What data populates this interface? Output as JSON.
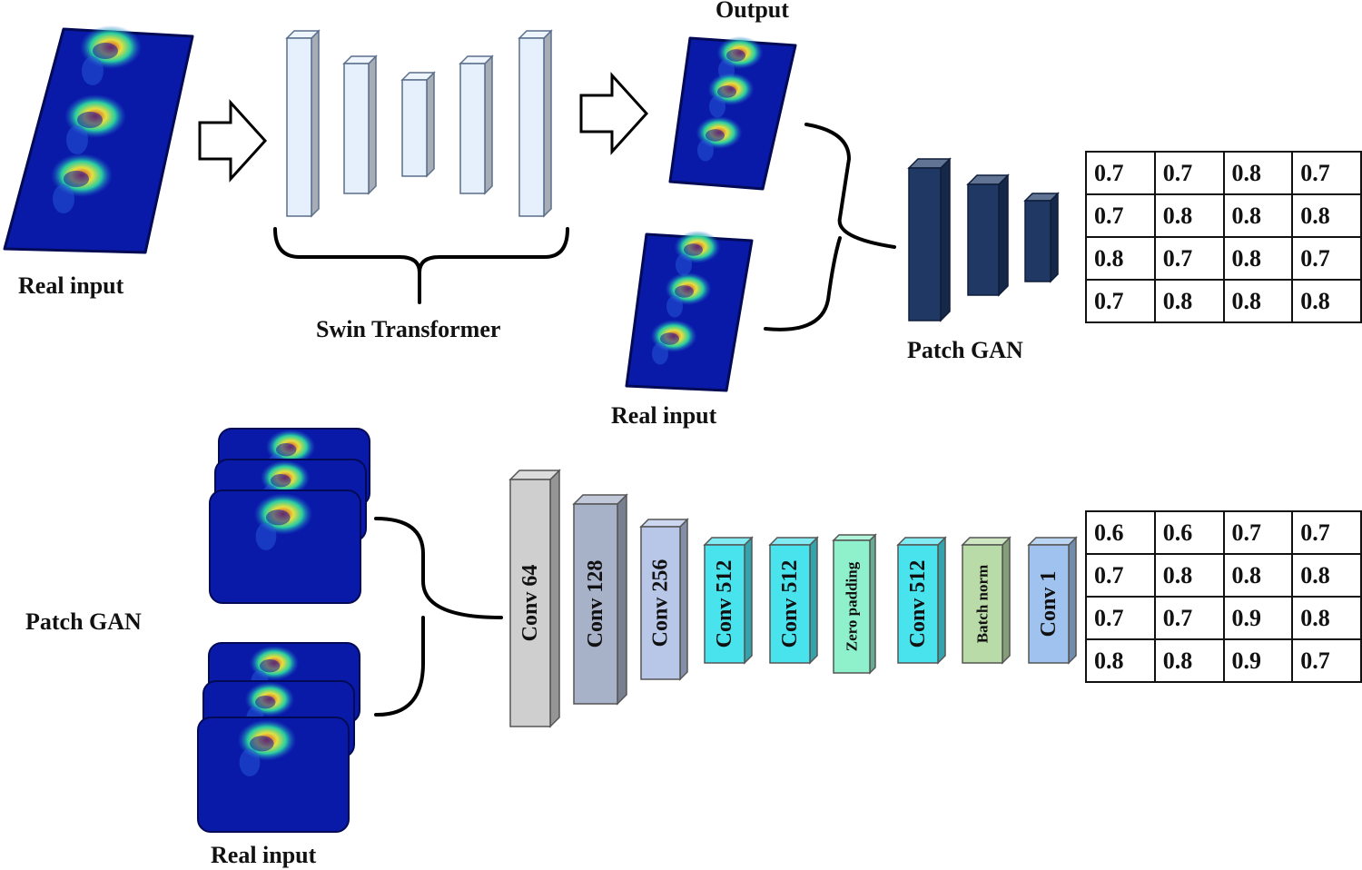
{
  "labels": {
    "real_input_left": "Real input",
    "swin_transformer": "Swin Transformer",
    "output": "Output",
    "real_input_mid": "Real input",
    "patch_gan_top": "Patch GAN",
    "patch_gan_bottom": "Patch GAN",
    "real_input_bottom": "Real input"
  },
  "layers": [
    {
      "label": "Conv 64",
      "color": "#cfcfcf"
    },
    {
      "label": "Conv 128",
      "color": "#a7b1c8"
    },
    {
      "label": "Conv 256",
      "color": "#b8c6e8"
    },
    {
      "label": "Conv 512",
      "color": "#49e3ee"
    },
    {
      "label": "Conv 512",
      "color": "#49e3ee"
    },
    {
      "label": "Zero padding",
      "color": "#8ff0cc"
    },
    {
      "label": "Conv 512",
      "color": "#49e3ee"
    },
    {
      "label": "Batch norm",
      "color": "#b9dba7"
    },
    {
      "label": "Conv 1",
      "color": "#9fc3ee"
    }
  ],
  "grid_top": [
    [
      "0.7",
      "0.7",
      "0.8",
      "0.7"
    ],
    [
      "0.7",
      "0.8",
      "0.8",
      "0.8"
    ],
    [
      "0.8",
      "0.7",
      "0.8",
      "0.7"
    ],
    [
      "0.7",
      "0.8",
      "0.8",
      "0.8"
    ]
  ],
  "grid_bottom": [
    [
      "0.6",
      "0.6",
      "0.7",
      "0.7"
    ],
    [
      "0.7",
      "0.8",
      "0.8",
      "0.8"
    ],
    [
      "0.7",
      "0.7",
      "0.9",
      "0.8"
    ],
    [
      "0.8",
      "0.8",
      "0.9",
      "0.7"
    ]
  ],
  "colors": {
    "scan_background": "#0a1aa8",
    "swin_block": "#e6f0fc",
    "discriminator_block": "#1f3864"
  }
}
